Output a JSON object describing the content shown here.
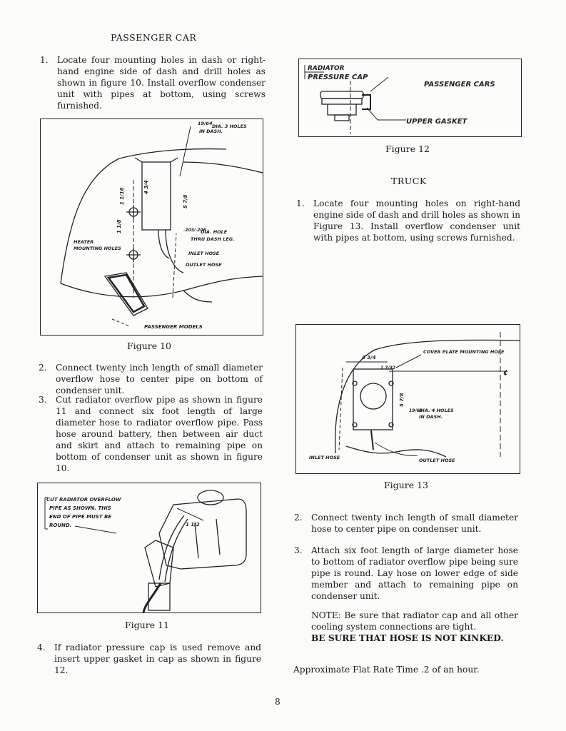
{
  "left": {
    "heading": "PASSENGER CAR",
    "steps": [
      {
        "num": "1.",
        "text": "Locate four mounting holes in dash or right-hand engine side of dash and drill holes as shown in figure 10. Install overflow condenser unit with pipes at bottom, using screws furnished."
      },
      {
        "num": "2.",
        "text": "Connect twenty inch length of small diameter overflow hose to center pipe on bottom of condenser unit."
      },
      {
        "num": "3.",
        "text": "Cut radiator overflow pipe as shown in figure 11 and connect six foot length of large diameter hose to radiator overflow pipe. Pass hose around battery, then between air duct and skirt and attach to remaining pipe on bottom of condenser unit as shown in figure 10."
      },
      {
        "num": "4.",
        "text": "If radiator pressure cap is used remove and insert upper gasket in cap as shown in figure 12."
      }
    ]
  },
  "figure10": {
    "caption": "Figure 10",
    "labels": {
      "dia_top_frac": "19/64",
      "dia_top": "DIA. 3 HOLES",
      "in_dash": "IN DASH.",
      "dim_a": "4 3/4",
      "dim_b": "5 7/8",
      "dim_c": "1 1/16",
      "dim_d": "1 1/8",
      "hole_frac": ".203/.206",
      "hole": "DIA. HOLE",
      "thru": "THRU DASH LEG.",
      "heater": "HEATER",
      "mounting": "MOUNTING HOLES",
      "inlet": "INLET HOSE",
      "outlet": "OUTLET HOSE",
      "models": "PASSENGER MODELS"
    }
  },
  "figure11": {
    "caption": "Figure 11",
    "labels": {
      "line1": "CUT RADIATOR OVERFLOW",
      "line2": "PIPE AS SHOWN. THIS",
      "line3": "END OF PIPE MUST BE",
      "line4": "ROUND.",
      "dim": "1 1/2"
    }
  },
  "figure12": {
    "caption": "Figure 12",
    "labels": {
      "radiator": "RADIATOR",
      "pressure_cap": "PRESSURE CAP",
      "passenger_cars": "PASSENGER CARS",
      "upper_gasket": "UPPER GASKET"
    }
  },
  "right": {
    "heading": "TRUCK",
    "step1": {
      "num": "1.",
      "text": "Locate four mounting holes on right-hand engine side of dash and drill holes as shown in Figure 13. Install overflow condenser unit with pipes at bottom, using screws furnished."
    },
    "step2": {
      "num": "2.",
      "text": "Connect twenty inch length of small diameter hose to center pipe on condenser unit."
    },
    "step3": {
      "num": "3.",
      "text": "Attach six foot length of large diameter hose to bottom of radiator overflow pipe being sure pipe is round. Lay hose on lower edge of side member and attach to remaining pipe on condenser unit."
    },
    "note": "NOTE: Be sure that radiator cap and all other cooling system connections are tight.",
    "note_bold": "BE SURE THAT HOSE IS NOT KINKED.",
    "flat_rate": "Approximate Flat Rate Time .2 of an hour."
  },
  "figure13": {
    "caption": "Figure 13",
    "labels": {
      "cover": "COVER PLATE MOUNTING HOLE",
      "dim_a": "4 3/4",
      "dim_b": "1 7/32",
      "dim_c": "5 7/8",
      "dia_frac": "19/64",
      "dia": "DIA. 4 HOLES",
      "in_dash": "IN DASH.",
      "inlet": "INLET HOSE",
      "outlet": "OUTLET HOSE",
      "cl": "¢"
    }
  },
  "page_number": "8"
}
